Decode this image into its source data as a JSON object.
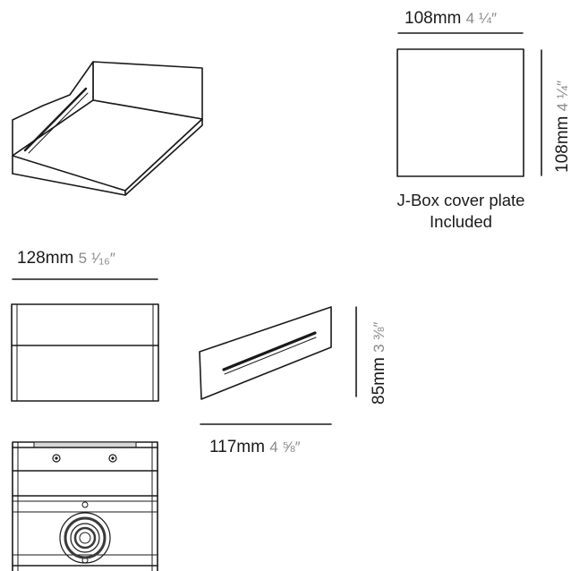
{
  "top_square": {
    "width_mm": "108mm",
    "width_in": "4 ¼″",
    "height_mm": "108mm",
    "height_in": "4 ¼″",
    "caption_line1": "J-Box cover plate",
    "caption_line2": "Included"
  },
  "front_view": {
    "width_mm": "128mm",
    "width_in": "5 ¹⁄₁₆″"
  },
  "side_view": {
    "width_mm": "117mm",
    "width_in": "4 ⅝″",
    "height_mm": "85mm",
    "height_in": "3 ⅜″"
  },
  "colors": {
    "line": "#1a1a1a",
    "inch_text": "#8a8a8a",
    "metal_dark": "#3a3a3a"
  }
}
